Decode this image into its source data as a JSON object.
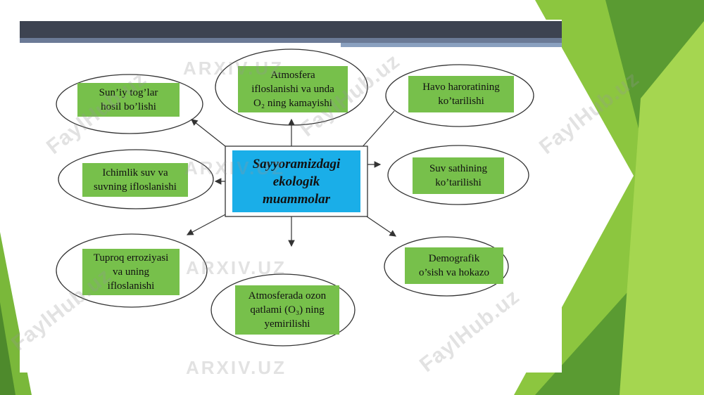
{
  "center_title": "Sayyoramizdagi\nekologik\nmuammolar",
  "problems": [
    {
      "id": "artificial-mountains",
      "text": "Sun’iy tog’lar\nhosil bo’lishi"
    },
    {
      "id": "atmosphere-pollution",
      "text": "Atmosfera\nifloslanishi va unda\nO₂ ning kamayishi"
    },
    {
      "id": "temperature-rise",
      "text": "Havo haroratining\nko’tarilishi"
    },
    {
      "id": "drinking-water",
      "text": "Ichimlik suv va\nsuvning ifloslanishi"
    },
    {
      "id": "water-level",
      "text": "Suv sathining\nko’tarilishi"
    },
    {
      "id": "soil-erosion",
      "text": "Tuproq erroziyasi\nva uning\nifloslanishi"
    },
    {
      "id": "ozone-layer",
      "text": "Atmosferada ozon\nqatlami (O₃) ning\nyemirilishi"
    },
    {
      "id": "demographic-growth",
      "text": "Demografik\no’sish va hokazo"
    }
  ],
  "watermarks": {
    "arxiv": "ARXIV.UZ",
    "faylhub": "FaylHub.uz"
  },
  "colors": {
    "header_bar": "#3d4351",
    "node_fill": "#77c04b",
    "center_fill": "#1aaee8",
    "accent_green": "#8cc63f",
    "dark_green": "#4e8a2c"
  }
}
